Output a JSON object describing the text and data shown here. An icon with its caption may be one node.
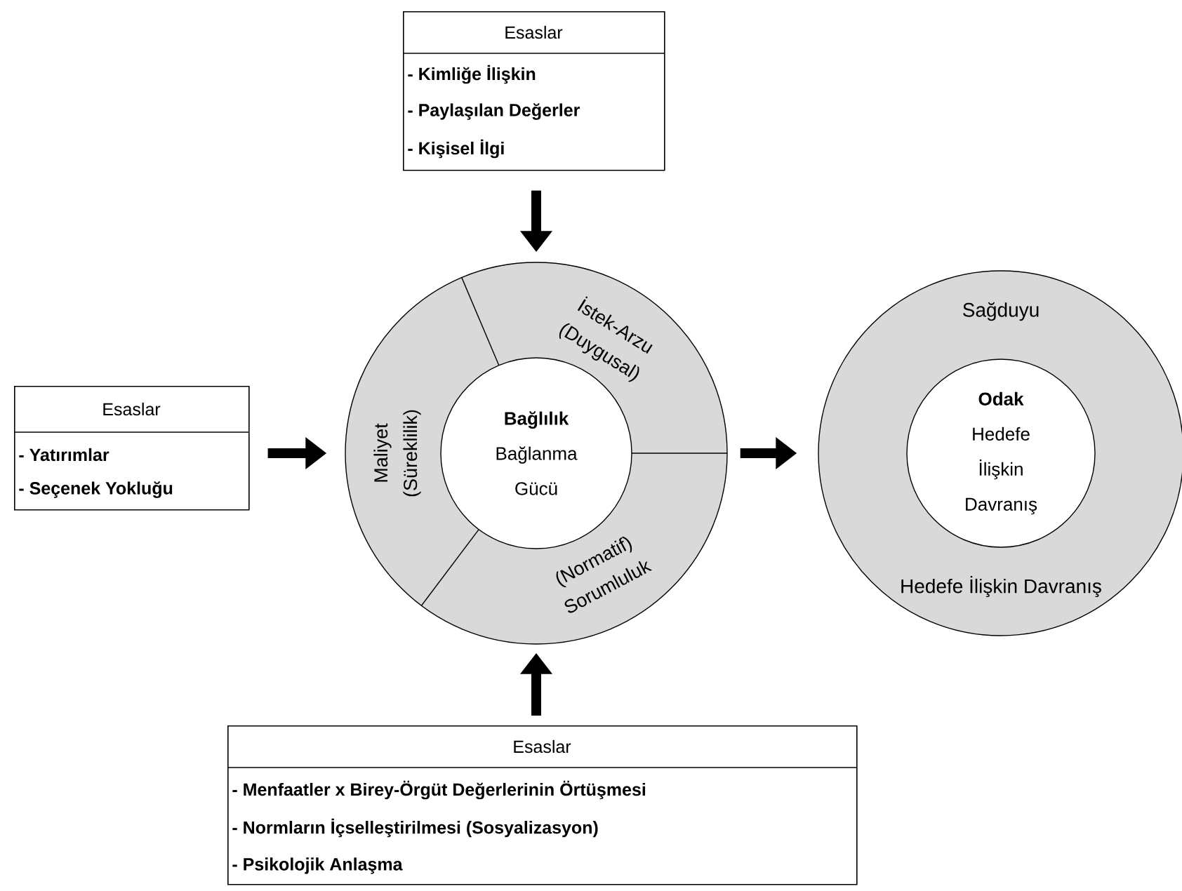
{
  "diagram": {
    "nodes": [
      {
        "text": [
          "Esaslar",
          "- Kimliğe İlişkin",
          "- Paylaşılan Değerler",
          "- Kişisel İlgi"
        ]
      },
      {
        "text": [
          "Esaslar",
          "- Yatırımlar",
          "- Seçenek Yokluğu"
        ]
      },
      {
        "text": [],
        "shape": "circle"
      },
      {
        "text": [
          "İstek-Arzu",
          "(Duygusal)"
        ],
        "in": 2
      },
      {
        "text": [
          "Maliyet",
          "(Süreklilik)"
        ],
        "in": 2
      },
      {
        "text": [
          "(Normatif)",
          "Sorumluluk"
        ],
        "in": 2
      },
      {
        "text": [
          "Bağlılık",
          "Bağlanma Gücü"
        ],
        "in": 2
      },
      {
        "text": [
          "Sağduyu",
          "Hedefe İlişkin Davranış"
        ]
      },
      {
        "text": [
          "Odak",
          "Hedefe İlişkin Davranış"
        ],
        "in": 7
      },
      {
        "text": [
          "Esaslar",
          "- Menfaatler x Birey-Örgüt Değerlerinin Örtüşmesi",
          "- Normların İçselleştirilmesi (Sosyalizasyon)",
          "- Psikolojik Anlaşma"
        ]
      }
    ],
    "edges": [
      {
        "from": 0,
        "to": 2,
        "arrow": "to"
      },
      {
        "from": 1,
        "to": 2,
        "arrow": "to"
      },
      {
        "from": 2,
        "to": 7,
        "arrow": "to"
      },
      {
        "from": 9,
        "to": 2,
        "arrow": "to"
      }
    ]
  }
}
